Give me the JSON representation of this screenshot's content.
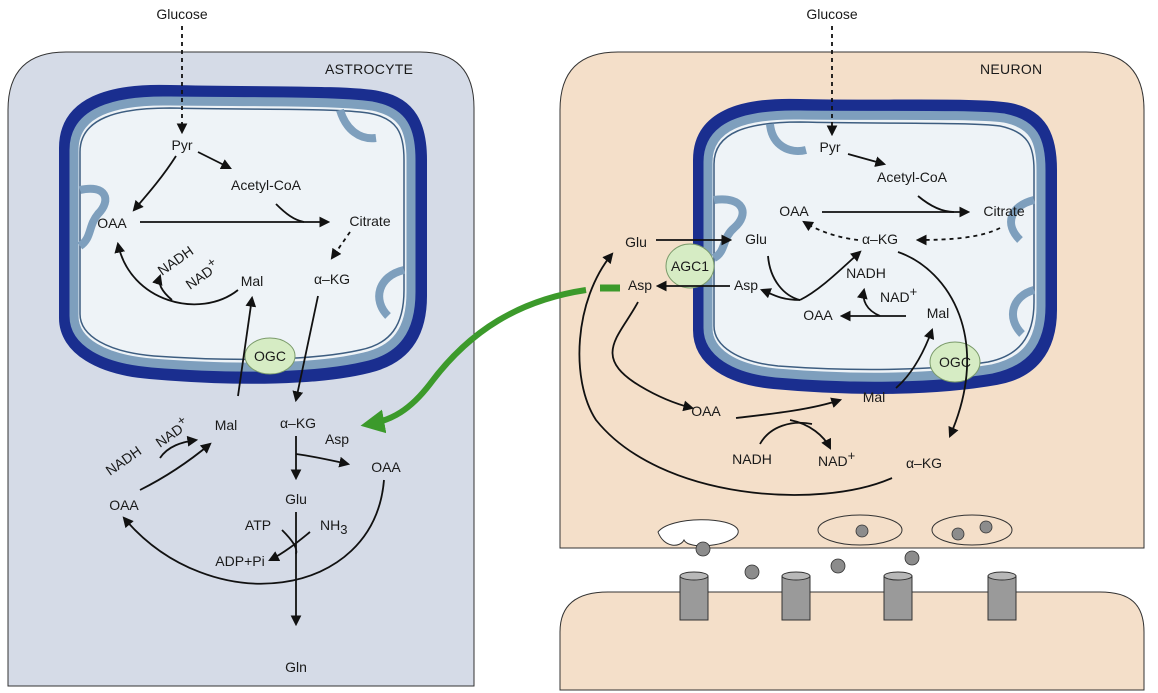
{
  "astrocyte": {
    "title": "ASTROCYTE",
    "glucose": "Glucose",
    "pyr": "Pyr",
    "acetyl_coa": "Acetyl-CoA",
    "oaa_mito": "OAA",
    "citrate": "Citrate",
    "nadh_mito": "NADH",
    "nad_mito": "NAD",
    "mal_mito": "Mal",
    "akg_mito": "α–KG",
    "ogc": "OGC",
    "nadh_cyto": "NADH",
    "nad_cyto": "NAD",
    "mal_cyto": "Mal",
    "akg_cyto": "α–KG",
    "asp_cyto": "Asp",
    "oaa_cyto_left": "OAA",
    "oaa_cyto_right": "OAA",
    "glu": "Glu",
    "atp": "ATP",
    "nh3": "NH",
    "nh3_sub": "3",
    "adp": "ADP+Pi",
    "gln": "Gln"
  },
  "neuron": {
    "title": "NEURON",
    "glucose": "Glucose",
    "pyr": "Pyr",
    "acetyl_coa": "Acetyl-CoA",
    "oaa_mito_top": "OAA",
    "citrate": "Citrate",
    "akg_mito": "α–KG",
    "glu_mito": "Glu",
    "asp_mito": "Asp",
    "agc1": "AGC1",
    "nadh_mito": "NADH",
    "nad_mito": "NAD",
    "oaa_mito_bottom": "OAA",
    "mal_mito": "Mal",
    "ogc": "OGC",
    "glu_cyto": "Glu",
    "asp_cyto": "Asp",
    "oaa_cyto": "OAA",
    "mal_cyto": "Mal",
    "nadh_cyto": "NADH",
    "nad_cyto": "NAD",
    "akg_cyto": "α–KG"
  },
  "superscript_plus": "+",
  "colors": {
    "astrocyte_fill": "#d5dbe7",
    "neuron_fill": "#f4dfc9",
    "mito_outer": "#1a2e8f",
    "mito_inner_band": "#7e9fbd",
    "mito_matrix": "#eef3f7",
    "transporter": "#d6ecc4",
    "green_arrow": "#3c9a2b"
  }
}
